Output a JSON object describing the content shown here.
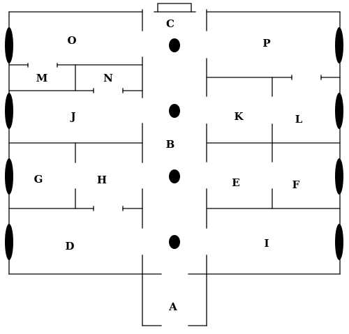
{
  "colors": {
    "wall": "#000000",
    "pillar": "#000000",
    "background": "#ffffff"
  },
  "rooms": [
    {
      "id": "o",
      "label": "O"
    },
    {
      "id": "c",
      "label": "C"
    },
    {
      "id": "p",
      "label": "P"
    },
    {
      "id": "m",
      "label": "M"
    },
    {
      "id": "n",
      "label": "N"
    },
    {
      "id": "j",
      "label": "J"
    },
    {
      "id": "k",
      "label": "K"
    },
    {
      "id": "l",
      "label": "L"
    },
    {
      "id": "b",
      "label": "B"
    },
    {
      "id": "g",
      "label": "G"
    },
    {
      "id": "h",
      "label": "H"
    },
    {
      "id": "e",
      "label": "E"
    },
    {
      "id": "f",
      "label": "F"
    },
    {
      "id": "d",
      "label": "D"
    },
    {
      "id": "i",
      "label": "I"
    },
    {
      "id": "a",
      "label": "A"
    }
  ]
}
